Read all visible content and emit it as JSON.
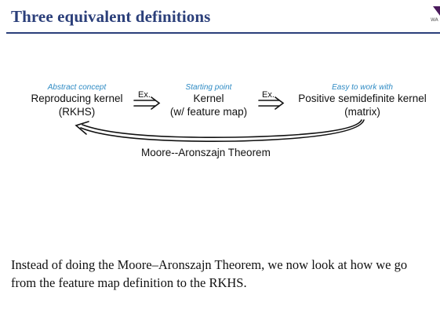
{
  "header": {
    "title": "Three equivalent definitions",
    "logo_text": "WA",
    "rule_color": "#2b3f7a"
  },
  "diagram": {
    "left": {
      "caption": "Abstract concept",
      "line1": "Reproducing kernel",
      "line2": "(RKHS)"
    },
    "middle": {
      "caption": "Starting point",
      "line1": "Kernel",
      "line2": "(w/ feature map)"
    },
    "right": {
      "caption": "Easy to work with",
      "line1": "Positive semidefinite kernel",
      "line2": "(matrix)"
    },
    "arrow1_label": "Ex.",
    "arrow2_label": "Ex.",
    "return_arrow_label": "Moore--Aronszajn Theorem",
    "caption_color": "#2f8bc4"
  },
  "body": {
    "text": "Instead of doing the Moore–Aronszajn Theorem, we now look at how we go from the feature map definition to the RKHS."
  }
}
